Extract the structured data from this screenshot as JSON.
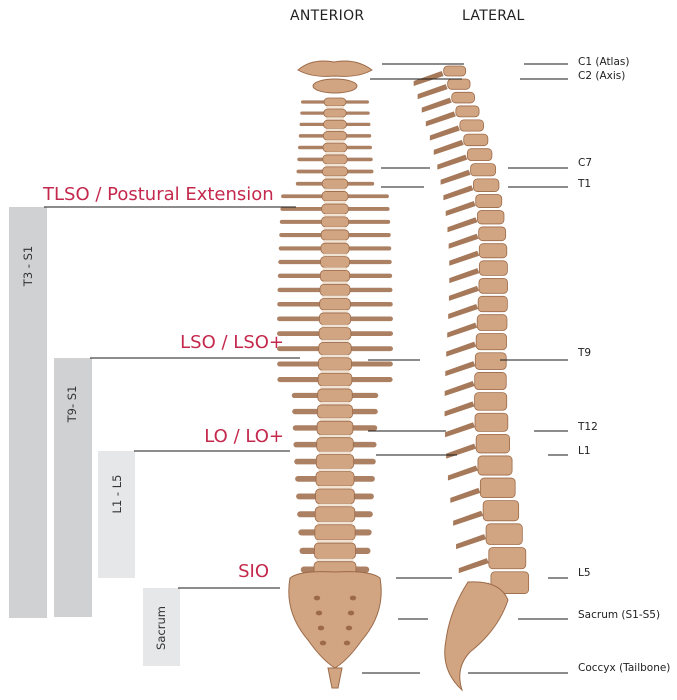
{
  "views": {
    "anterior": "ANTERIOR",
    "lateral": "LATERAL"
  },
  "levels": [
    {
      "label": "C1 (Atlas)"
    },
    {
      "label": "C2 (Axis)"
    },
    {
      "label": "C7"
    },
    {
      "label": "T1"
    },
    {
      "label": "T9"
    },
    {
      "label": "T12"
    },
    {
      "label": "L1"
    },
    {
      "label": "L5"
    },
    {
      "label": "Sacrum (S1-S5)"
    },
    {
      "label": "Coccyx (Tailbone)"
    }
  ],
  "orthoses": [
    {
      "label": "TLSO / Postural Extension"
    },
    {
      "label": "LSO / LSO+"
    },
    {
      "label": "LO / LO+"
    },
    {
      "label": "SIO"
    }
  ],
  "ranges": [
    {
      "label": "T3 - S1"
    },
    {
      "label": "T9- S1"
    },
    {
      "label": "L1 - L5"
    },
    {
      "label": "Sacrum"
    }
  ],
  "colors": {
    "orthosis_text": "#c4294d",
    "bar_dark": "#d0d1d3",
    "bar_light": "#e6e7e8",
    "bone": "#d2a582",
    "bone_shadow": "#9c6a48",
    "disc": "#f1e3d3"
  }
}
